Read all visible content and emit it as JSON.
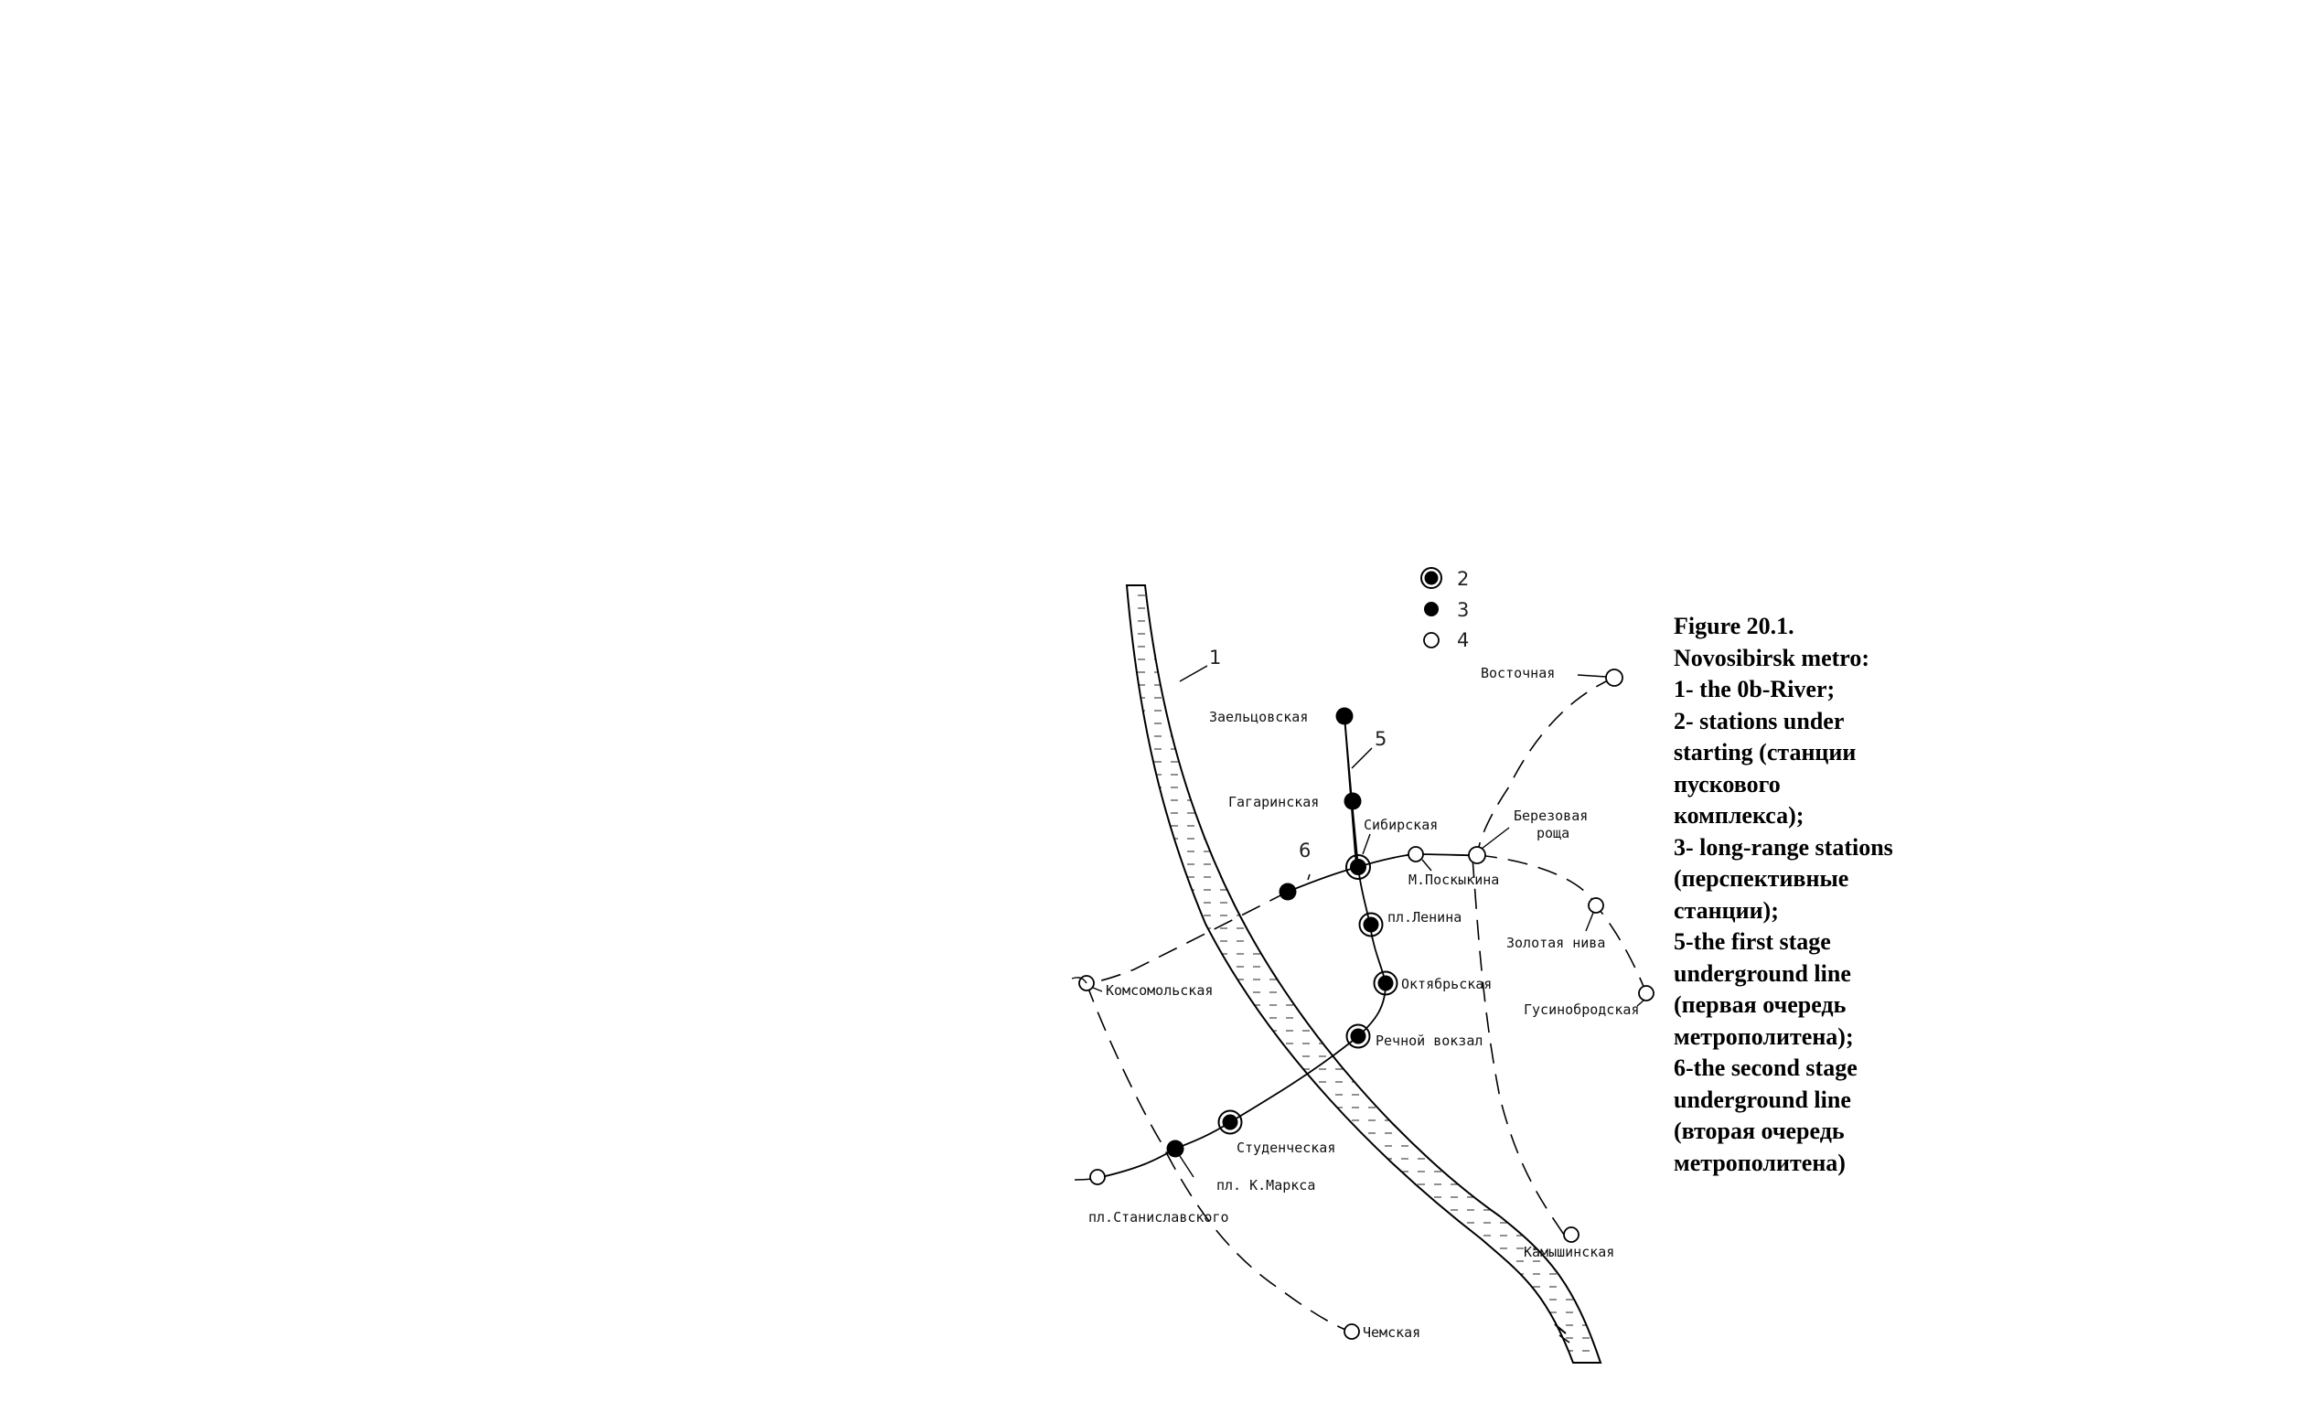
{
  "legend": [
    {
      "number": "2"
    },
    {
      "number": "3"
    },
    {
      "number": "4"
    }
  ],
  "river_label": "1",
  "line_labels": {
    "first": "5",
    "second": "6"
  },
  "stations": {
    "vostochnaya": "Восточная",
    "zaeltsovskaya": "Заельцовская",
    "gagarinskaya": "Гагаринская",
    "sibirskaya": "Сибирская",
    "berezovaya_1": "Березовая",
    "berezovaya_2": "роща",
    "m_poskykina": "М.Поскыкина",
    "pl_lenina": "пл.Ленина",
    "zolotaya_niva": "Золотая нива",
    "oktyabrskaya": "Октябрьская",
    "gusinobrodskaya": "Гусинобродская",
    "komsomolskaya": "Комсомольская",
    "rechnoy_vokzal": "Речной вокзал",
    "studencheskaya": "Студенческая",
    "pl_k_marksa": "пл. К.Маркса",
    "pl_stanislavskogo": "пл.Станиславского",
    "kamyshinskaya": "Камышинская",
    "chemskaya": "Чемская"
  },
  "caption_lines": [
    "Figure 20.1.",
    "Novosibirsk metro:",
    "1- the 0b-River;",
    "2- stations under",
    "starting (станции",
    "пускового",
    "комплекса);",
    "3- long-range stations",
    "(перспективные",
    "станции);",
    "5-the first stage",
    "underground line",
    "(первая очередь",
    "метрополитена);",
    "6-the second stage",
    "underground line",
    "(вторая очередь",
    "метрополитена)"
  ]
}
